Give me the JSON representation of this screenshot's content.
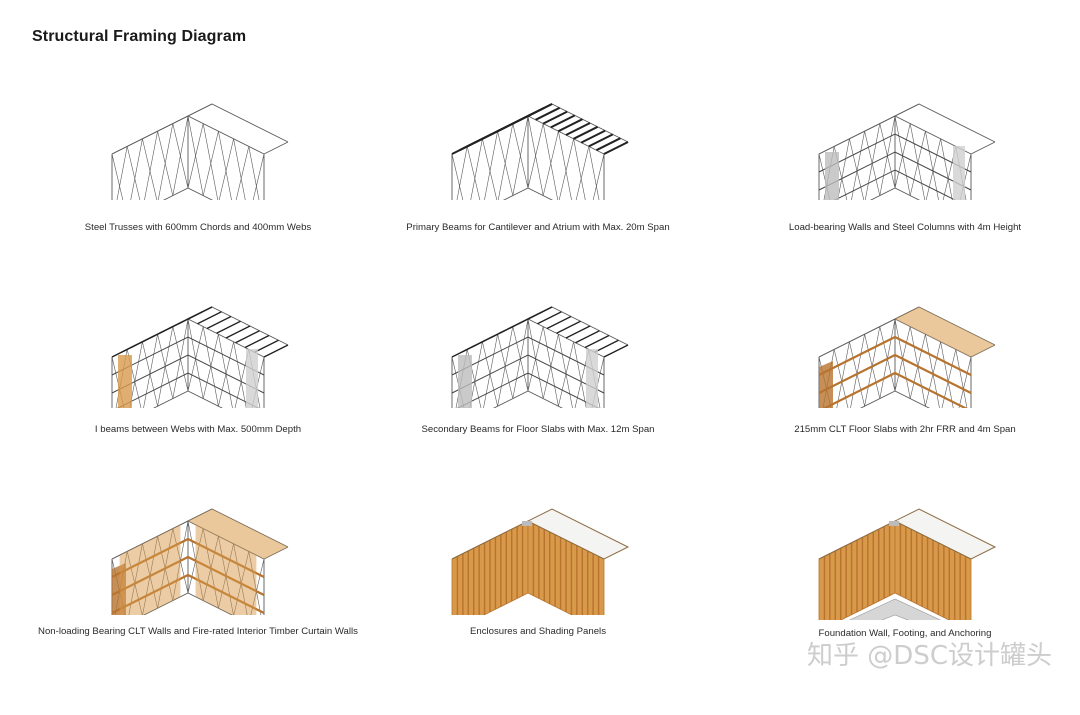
{
  "page": {
    "title": "Structural Framing Diagram",
    "watermark": "知乎 @DSC设计罐头"
  },
  "panels": [
    {
      "caption": "Steel Trusses with 600mm Chords and 400mm Webs",
      "stage": "trusses"
    },
    {
      "caption": "Primary Beams for Cantilever and Atrium with Max. 20m Span",
      "stage": "primary-beams"
    },
    {
      "caption": "Load-bearing Walls and Steel Columns with 4m Height",
      "stage": "walls-columns"
    },
    {
      "caption": "I beams between Webs with Max. 500mm Depth",
      "stage": "i-beams"
    },
    {
      "caption": "Secondary Beams for Floor Slabs with Max. 12m Span",
      "stage": "secondary-beams"
    },
    {
      "caption": "215mm CLT Floor Slabs with 2hr FRR and 4m Span",
      "stage": "clt-slabs"
    },
    {
      "caption": "Non-loading Bearing CLT Walls and Fire-rated Interior Timber Curtain Walls",
      "stage": "clt-walls"
    },
    {
      "caption": "Enclosures and Shading Panels",
      "stage": "enclosures"
    },
    {
      "caption": "Foundation Wall, Footing, and Anchoring",
      "stage": "foundation"
    }
  ],
  "colors": {
    "line": "#5a5a5a",
    "beam": "#222222",
    "timber": "#d89a4a",
    "timber_dark": "#b8732e",
    "roof": "#f4f4f2",
    "concrete": "#d6d6d6"
  }
}
